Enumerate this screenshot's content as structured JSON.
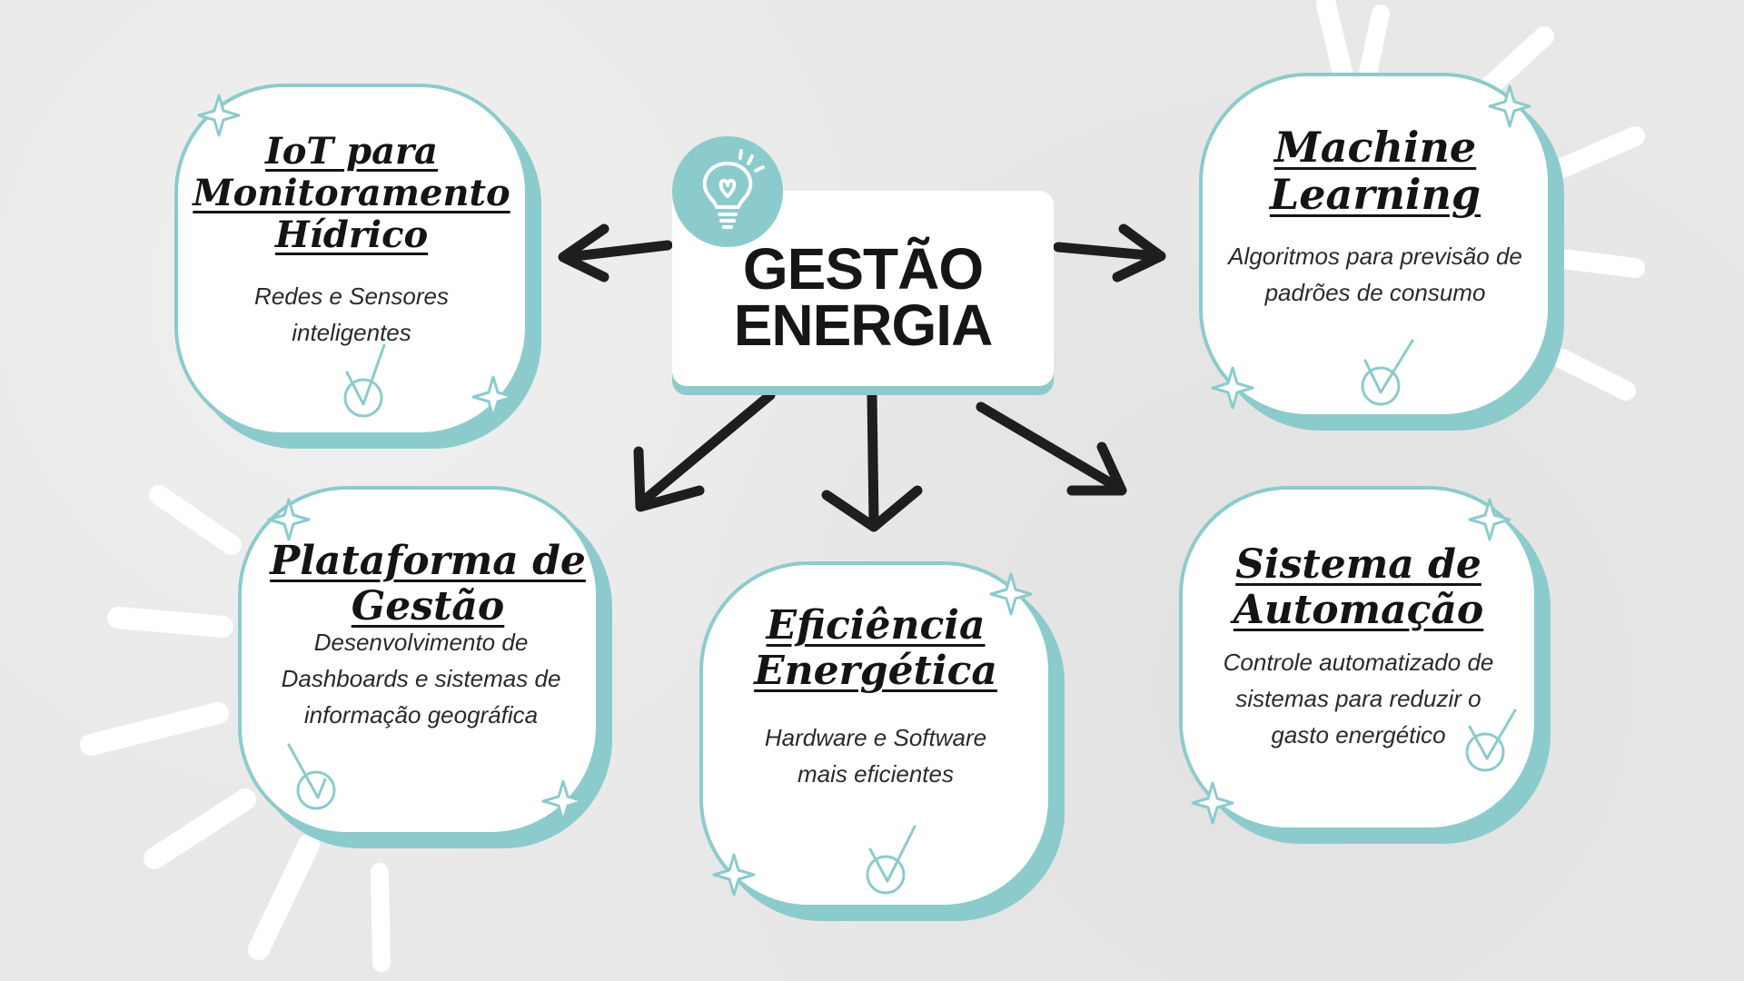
{
  "center": {
    "title_line1": "GESTÃO",
    "title_line2": "ENERGIA",
    "icon": "lightbulb-icon"
  },
  "cards": [
    {
      "id": "iot",
      "title": "IoT para Monitoramento Hídrico",
      "description": "Redes e Sensores inteligentes"
    },
    {
      "id": "ml",
      "title": "Machine Learning",
      "description": "Algoritmos para previsão de padrões de consumo"
    },
    {
      "id": "platform",
      "title": "Plataforma de Gestão",
      "description": "Desenvolvimento de Dashboards e sistemas de informação geográfica"
    },
    {
      "id": "efficiency",
      "title": "Eficiência Energética",
      "description": "Hardware e Software mais eficientes"
    },
    {
      "id": "automation",
      "title": "Sistema de Automação",
      "description": "Controle automatizado de sistemas para reduzir o gasto energético"
    }
  ],
  "colors": {
    "accent": "#8ccbcc",
    "background": "#e9e8e8",
    "text": "#161616"
  },
  "icons": {
    "check": "checkmark-icon",
    "sparkle": "sparkle-icon",
    "arrow": "arrow-icon"
  }
}
